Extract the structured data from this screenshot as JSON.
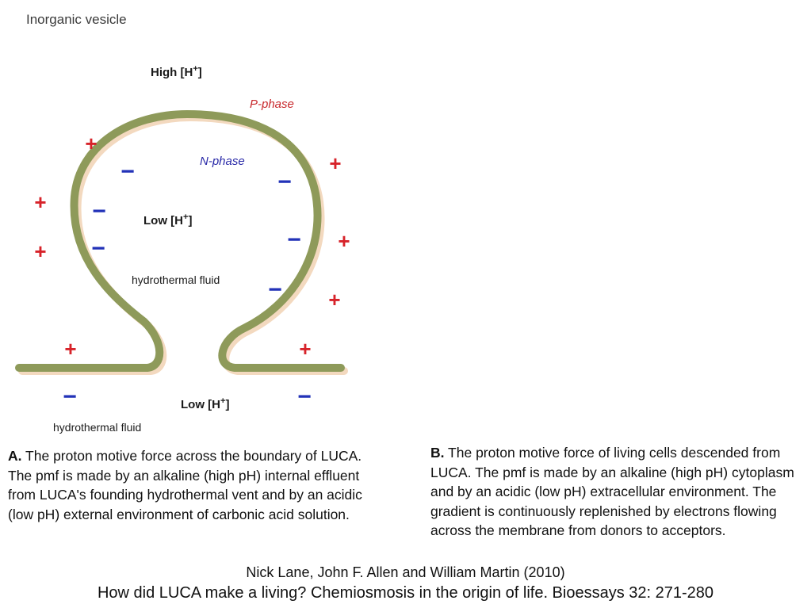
{
  "diagram": {
    "title": "Inorganic vesicle",
    "high_h": {
      "text": "High [H",
      "sup": "+",
      "close": "]"
    },
    "low_h_inside": {
      "text": "Low [H",
      "sup": "+",
      "close": "]"
    },
    "low_h_outside": {
      "text": "Low [H",
      "sup": "+",
      "close": "]"
    },
    "p_phase": "P-phase",
    "n_phase": "N-phase",
    "fluid_inside": "hydrothermal fluid",
    "fluid_outside": "hydrothermal fluid",
    "plus_symbol": "+",
    "minus_symbol": "−",
    "colors": {
      "membrane": "#8e9a5a",
      "membrane_shadow": "#f3d9bf",
      "plus": "#d7232a",
      "minus": "#2232b8",
      "p_phase": "#c8282c",
      "n_phase": "#2a2aa8"
    }
  },
  "caption_a": {
    "letter": "A.",
    "text": " The proton motive force across the boundary of LUCA.  The pmf is made by an alkaline (high pH) internal effluent from LUCA's founding hydrothermal vent and by an acidic (low pH) external environment of carbonic acid solution."
  },
  "caption_b": {
    "letter": "B.",
    "text": " The proton motive force of living cells descended from LUCA.  The pmf is made by an alkaline (high pH) cytoplasm and by an acidic (low pH) extracellular environment.  The gradient is continuously replenished by electrons flowing across the membrane from donors to acceptors."
  },
  "citation": {
    "authors": "Nick Lane, John F. Allen and William Martin (2010)",
    "title": "How did LUCA make a living? Chemiosmosis in the origin of life.  Bioessays 32: 271-280"
  }
}
